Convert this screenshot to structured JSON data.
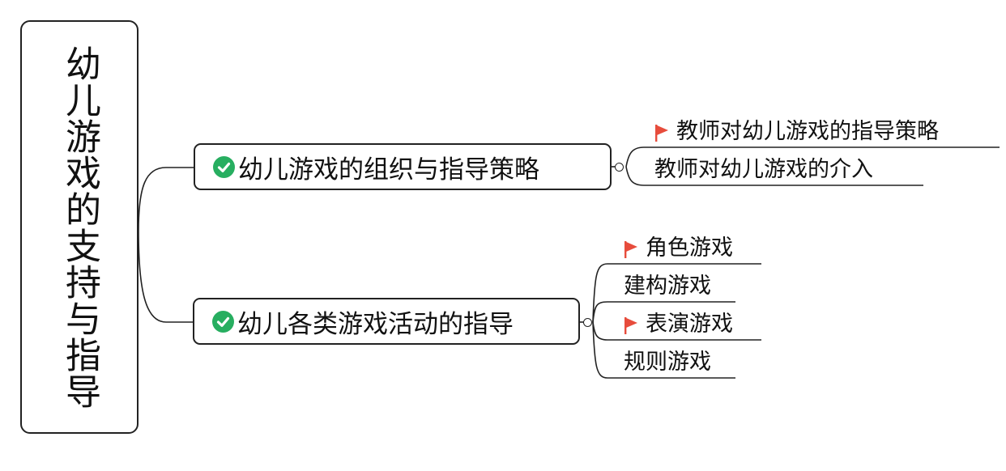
{
  "root": {
    "label": "幼儿游戏的支持与指导"
  },
  "colors": {
    "check": "#27ae60",
    "flag": "#e74c3c",
    "line": "#222222"
  },
  "topics": [
    {
      "label": "幼儿游戏的组织与指导策略",
      "icon": "check-circle-icon",
      "children": [
        {
          "label": "教师对幼儿游戏的指导策略",
          "flag": true
        },
        {
          "label": "教师对幼儿游戏的介入",
          "flag": false
        }
      ]
    },
    {
      "label": "幼儿各类游戏活动的指导",
      "icon": "check-circle-icon",
      "children": [
        {
          "label": "角色游戏",
          "flag": true
        },
        {
          "label": "建构游戏",
          "flag": false
        },
        {
          "label": "表演游戏",
          "flag": true
        },
        {
          "label": "规则游戏",
          "flag": false
        }
      ]
    }
  ]
}
